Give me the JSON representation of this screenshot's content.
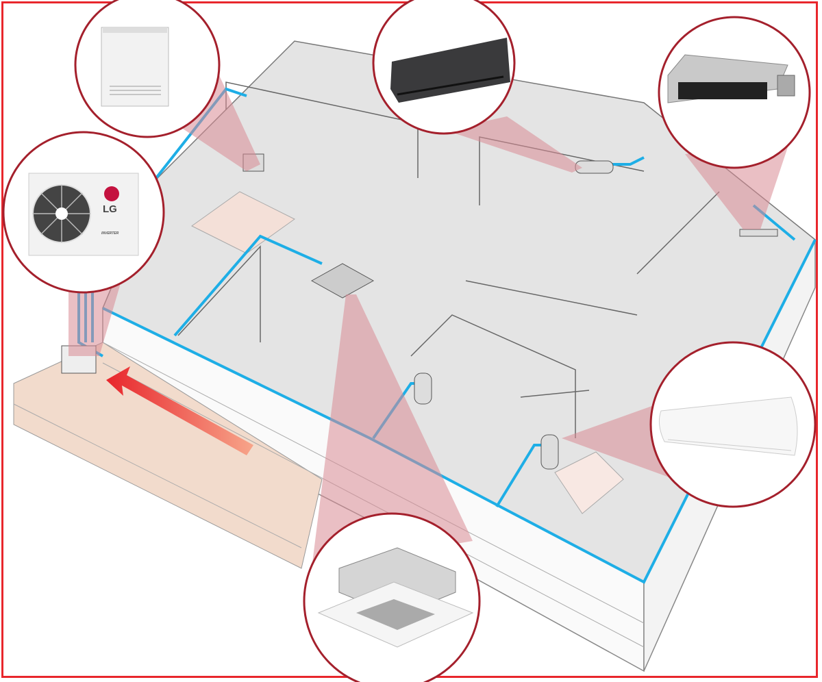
{
  "logo": {
    "brand": "LG",
    "series": "INVERTER"
  },
  "units": [
    {
      "name": "console"
    },
    {
      "name": "outdoor"
    },
    {
      "name": "wall-mounted-dark"
    },
    {
      "name": "ducted"
    },
    {
      "name": "wall-mounted-white"
    },
    {
      "name": "cassette"
    }
  ],
  "colors": {
    "frame": "#e8262c",
    "circle": "#a4202c",
    "pipe": "#1eaee6",
    "beam": "#d98a93",
    "floor": "#e2e2e2"
  }
}
